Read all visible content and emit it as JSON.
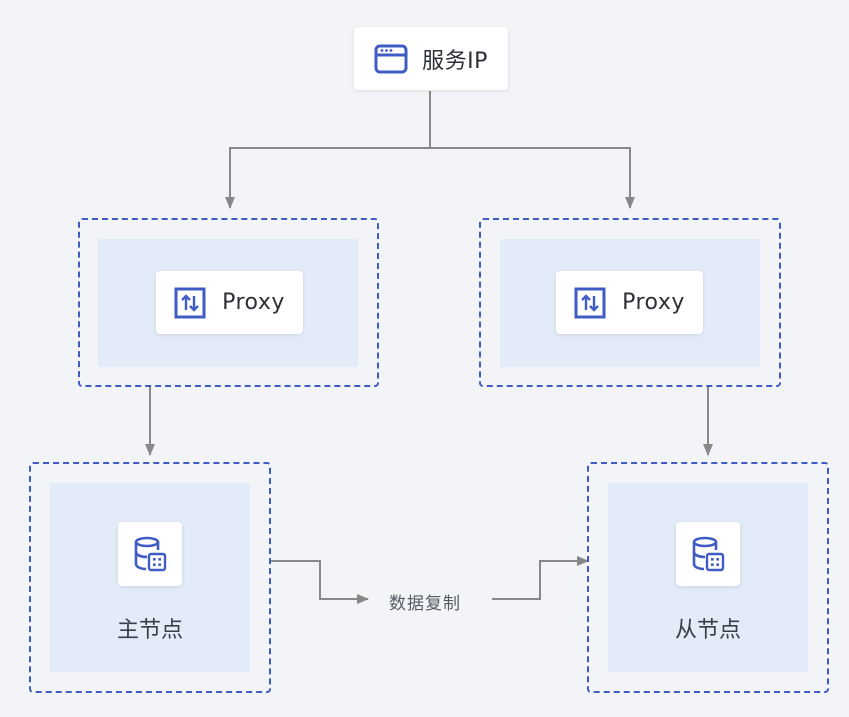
{
  "service_ip": {
    "label": "服务IP",
    "icon": "browser-window-icon"
  },
  "proxy_left": {
    "label": "Proxy",
    "icon": "swap-arrows-icon"
  },
  "proxy_right": {
    "label": "Proxy",
    "icon": "swap-arrows-icon"
  },
  "primary_node": {
    "label": "主节点",
    "icon": "database-icon"
  },
  "replica_node": {
    "label": "从节点",
    "icon": "database-icon"
  },
  "replication": {
    "label": "数据复制"
  },
  "colors": {
    "accent": "#3f5bc4",
    "panel": "#e4ebf8",
    "background": "#f3f4f7",
    "connector": "#888888"
  }
}
